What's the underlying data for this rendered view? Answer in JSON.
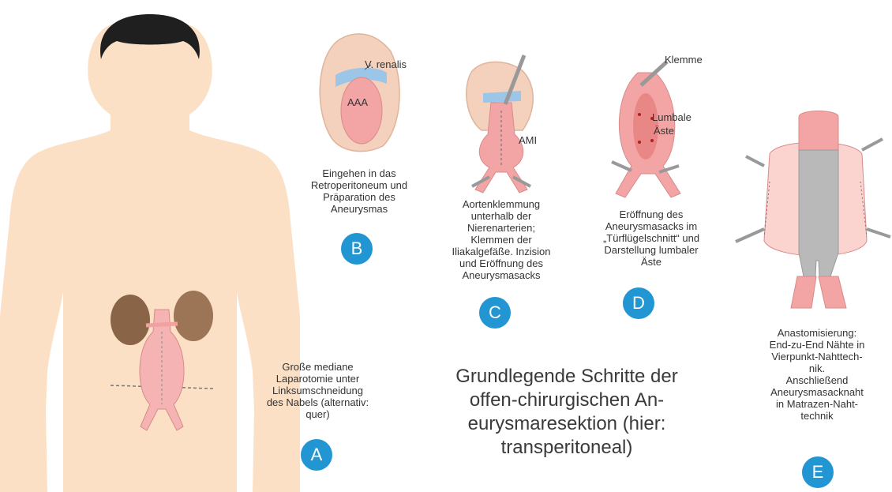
{
  "colors": {
    "skin": "#fbe0c6",
    "hair": "#1f1f1f",
    "aorta": "#f3a5a5",
    "aorta_light": "#fbd3cf",
    "vein": "#9cc6e8",
    "kidney": "#8a6446",
    "badge": "#2196d3",
    "graft": "#b9b9b9"
  },
  "title_lines": [
    "Grundlegende Schritte der",
    "offen-chirurgischen An-",
    "eurysmaresektion (hier:",
    "transperitoneal)"
  ],
  "steps": {
    "A": {
      "badge": "A",
      "caption": [
        "Große mediane",
        "Laparotomie unter",
        "Linksumschneidung",
        "des Nabels (alternativ:",
        "quer)"
      ]
    },
    "B": {
      "badge": "B",
      "caption": [
        "Eingehen in das",
        "Retroperitoneum und",
        "Präparation des",
        "Aneurysmas"
      ],
      "labels": {
        "vein": "V. renalis",
        "aneurysm": "AAA"
      }
    },
    "C": {
      "badge": "C",
      "caption": [
        "Aortenklemmung",
        "unterhalb der",
        "Nierenarterien;",
        "Klemmen der",
        "Iliakalgefäße. Inzision",
        "und Eröffnung des",
        "Aneurysmasacks"
      ],
      "labels": {
        "ami": "AMI"
      }
    },
    "D": {
      "badge": "D",
      "caption": [
        "Eröffnung des",
        "Aneurysmasacks im",
        "„Türflügelschnitt“ und",
        "Darstellung lumbaler",
        "Äste"
      ],
      "labels": {
        "clamp": "Klemme",
        "lumbar1": "Lumbale",
        "lumbar2": "Äste"
      }
    },
    "E": {
      "badge": "E",
      "caption": [
        "Anastomisierung:",
        "End-zu-End Nähte in",
        "Vierpunkt-Nahttech-",
        "nik.",
        "Anschließend",
        "Aneurysmasacknaht",
        "in Matrazen-Naht-",
        "technik"
      ]
    }
  }
}
